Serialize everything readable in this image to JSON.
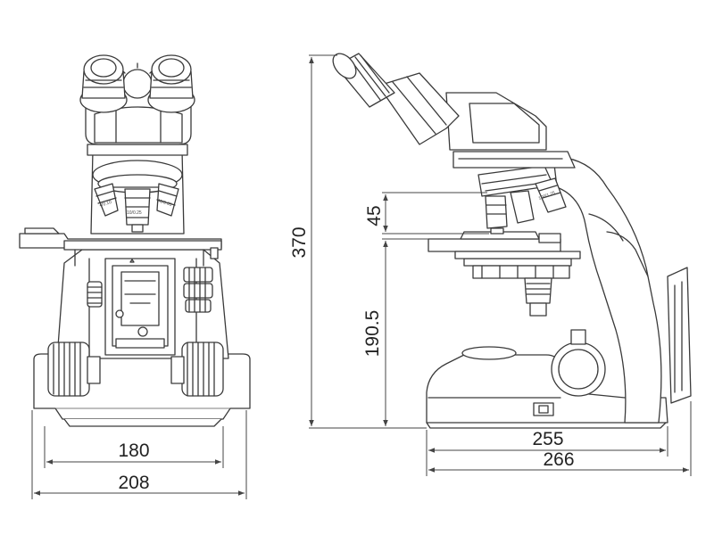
{
  "dimensions": {
    "front_inner_width": "180",
    "front_outer_width": "208",
    "total_height": "370",
    "side_base_width": "255",
    "side_outer_width": "266",
    "eyepiece_to_stage": "45",
    "stage_height": "190.5"
  },
  "labels": {
    "objective_front_left": "4/0.10",
    "objective_front_mid": "10/0.25",
    "objective_front_right": "40/0.65",
    "objective_side": "100/1.25"
  },
  "colors": {
    "line": "#3a3a3a",
    "background": "#ffffff"
  }
}
